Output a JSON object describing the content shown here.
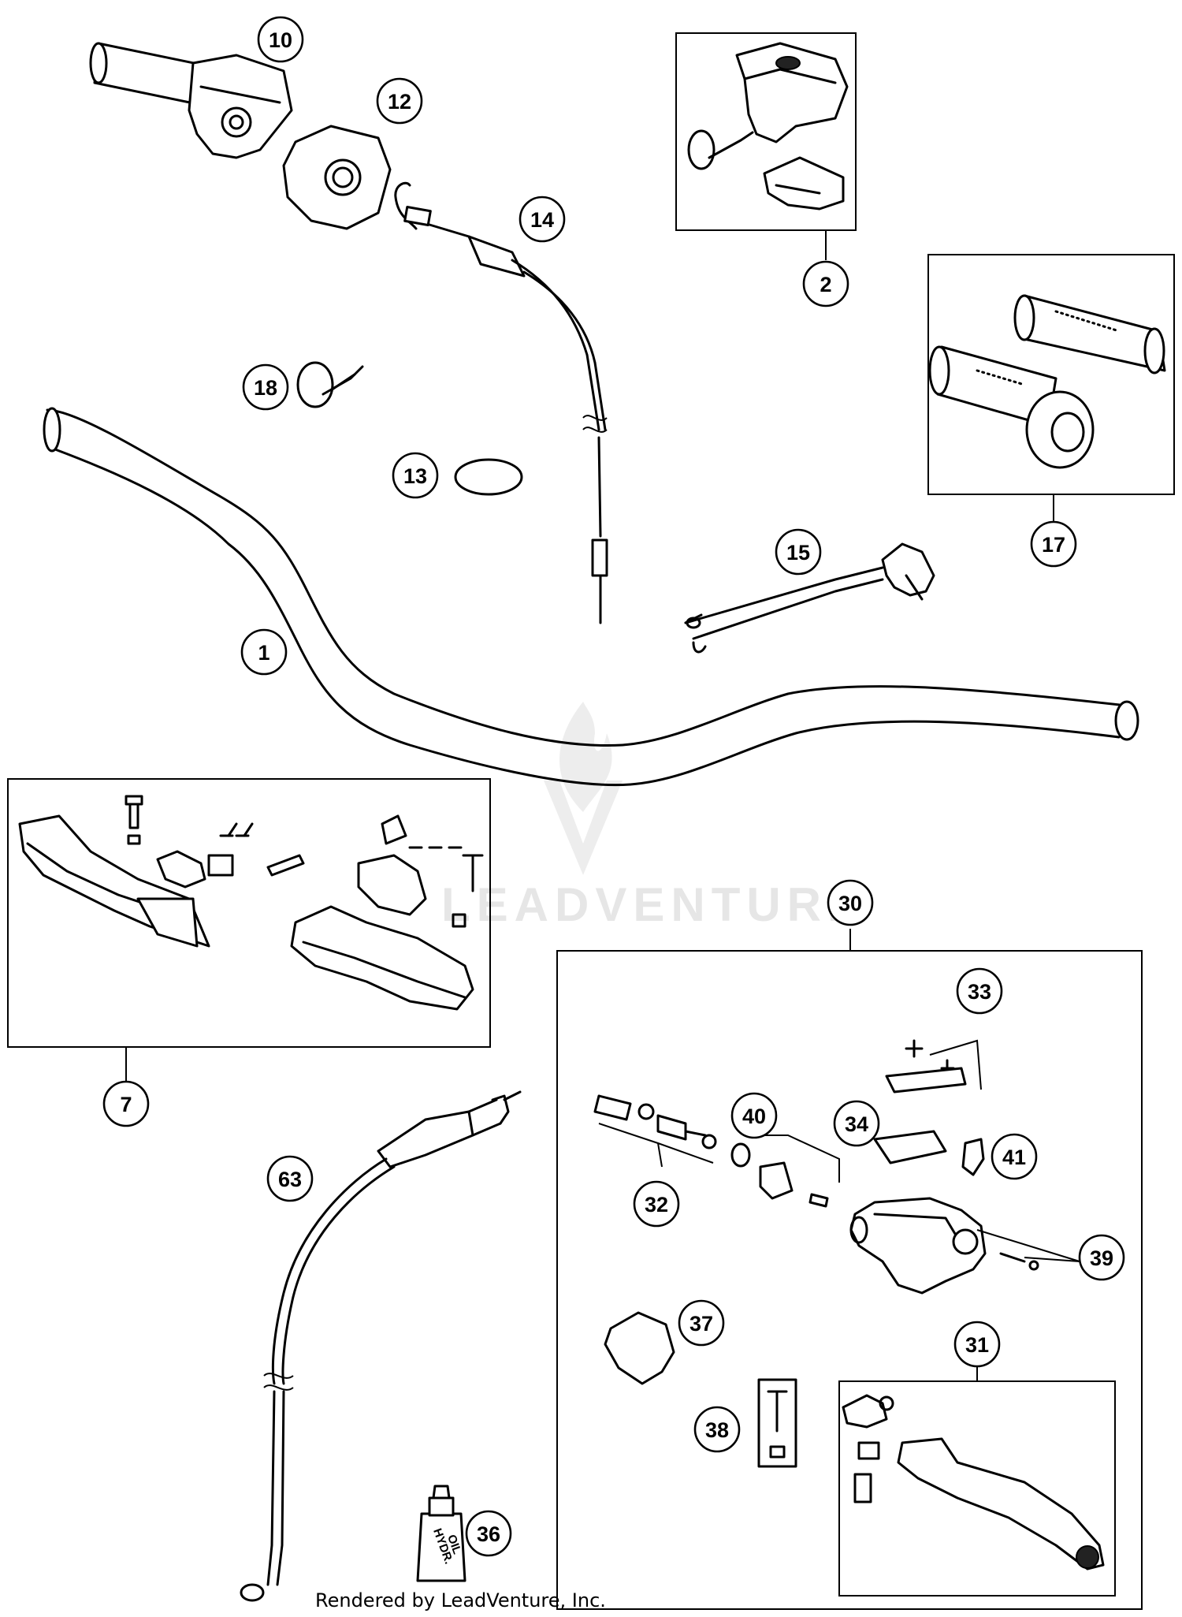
{
  "watermark": {
    "text": "LEADVENTURE"
  },
  "credit": "Rendered by LeadVenture, Inc.",
  "oil_bottle_label": [
    "HYDR.",
    "OIL"
  ],
  "callouts": [
    {
      "id": "1",
      "label": "1"
    },
    {
      "id": "2",
      "label": "2"
    },
    {
      "id": "7",
      "label": "7"
    },
    {
      "id": "10",
      "label": "10"
    },
    {
      "id": "12",
      "label": "12"
    },
    {
      "id": "13",
      "label": "13"
    },
    {
      "id": "14",
      "label": "14"
    },
    {
      "id": "15",
      "label": "15"
    },
    {
      "id": "17",
      "label": "17"
    },
    {
      "id": "18",
      "label": "18"
    },
    {
      "id": "30",
      "label": "30"
    },
    {
      "id": "31",
      "label": "31"
    },
    {
      "id": "32",
      "label": "32"
    },
    {
      "id": "33",
      "label": "33"
    },
    {
      "id": "34",
      "label": "34"
    },
    {
      "id": "36",
      "label": "36"
    },
    {
      "id": "37",
      "label": "37"
    },
    {
      "id": "38",
      "label": "38"
    },
    {
      "id": "39",
      "label": "39"
    },
    {
      "id": "40",
      "label": "40"
    },
    {
      "id": "41",
      "label": "41"
    },
    {
      "id": "63",
      "label": "63"
    }
  ]
}
